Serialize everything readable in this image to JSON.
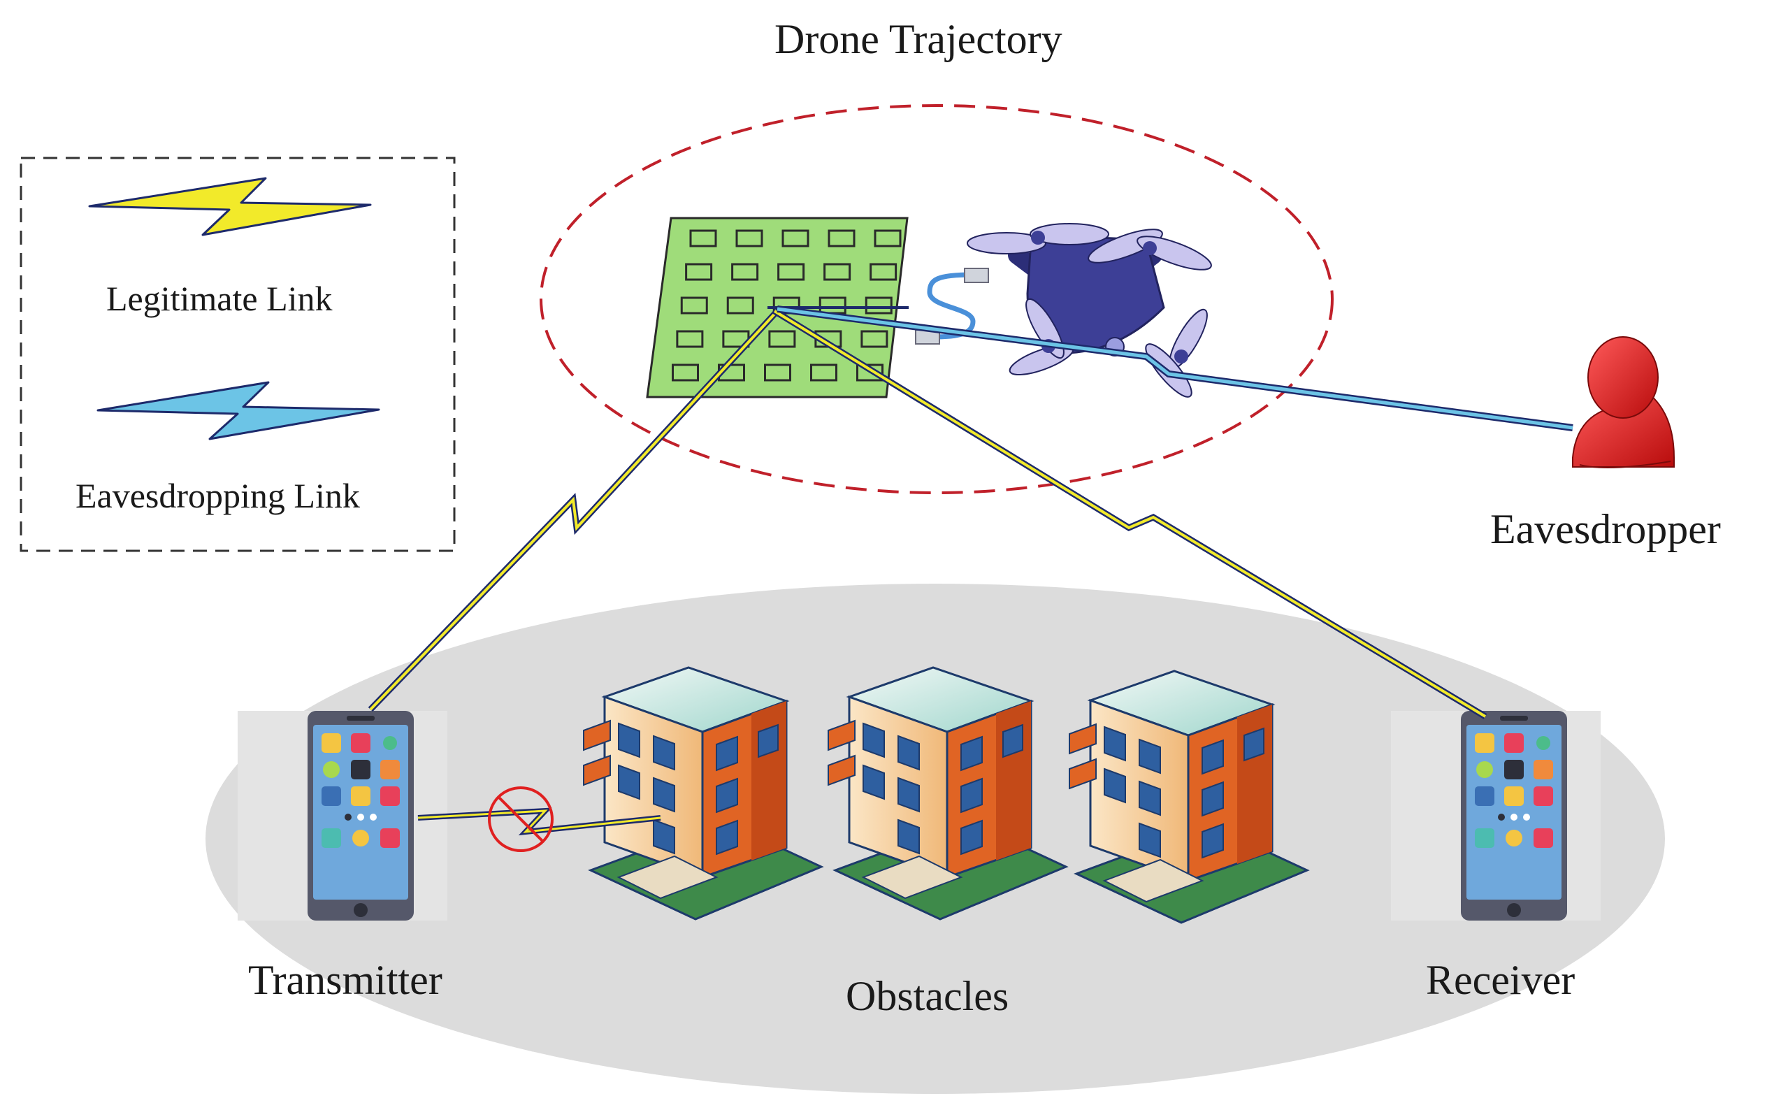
{
  "title": "Drone Trajectory",
  "legend": {
    "legitimate_label": "Legitimate Link",
    "eavesdropping_label": "Eavesdropping Link"
  },
  "nodes": {
    "eavesdropper": "Eavesdropper",
    "transmitter": "Transmitter",
    "obstacles": "Obstacles",
    "receiver": "Receiver"
  },
  "colors": {
    "legitimate_link": "#f2ea2a",
    "eavesdropping_link": "#6cc4e6",
    "link_outline": "#1d2a6b",
    "trajectory": "#c0202a",
    "ground": "#dcdcdc",
    "ris_panel": "#9fdc7a",
    "drone_body": "#3d3f96",
    "eavesdropper": "#e01e1e",
    "building_wall": "#f2c48a",
    "building_accent": "#e06424",
    "blocked_marker": "#e02020"
  },
  "icons": [
    "ris-panel-icon",
    "drone-icon",
    "cable-icon",
    "person-icon",
    "smartphone-icon",
    "building-icon",
    "blocked-signal-icon"
  ]
}
